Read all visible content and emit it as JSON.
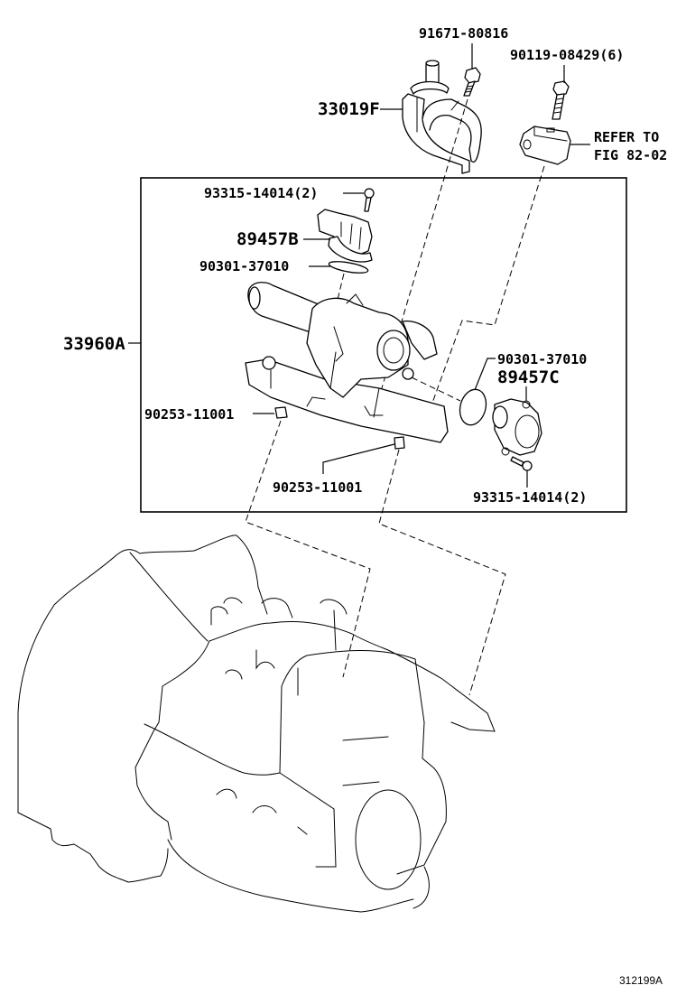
{
  "diagram": {
    "figure_id": "312199A",
    "callouts": {
      "bolt_top": "91671-80816",
      "bolt_set": "90119-08429(6)",
      "bracket": "33019F",
      "refer_line1": "REFER TO",
      "refer_line2": "FIG 82-02",
      "screw_upper": "93315-14014(2)",
      "actuator_b": "89457B",
      "oring_upper": "90301-37010",
      "assembly": "33960A",
      "pin_left": "90253-11001",
      "pin_right": "90253-11001",
      "oring_right": "90301-37010",
      "actuator_c": "89457C",
      "screw_lower": "93315-14014(2)"
    }
  }
}
